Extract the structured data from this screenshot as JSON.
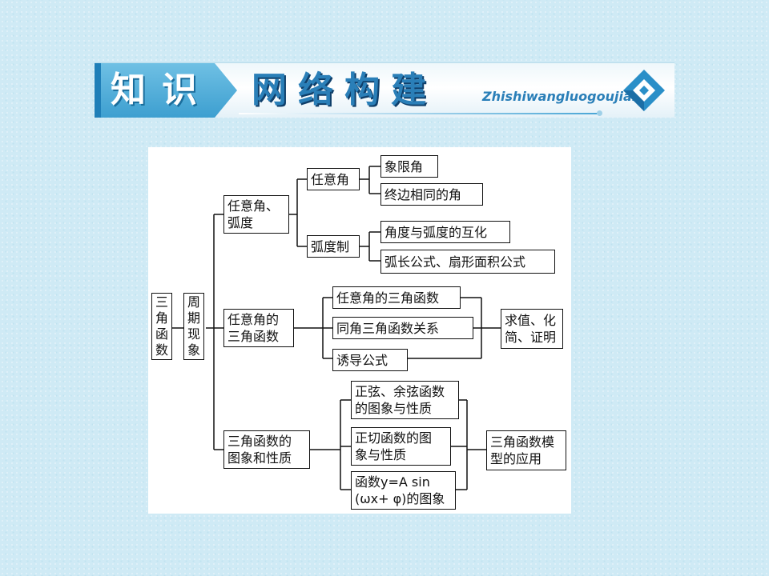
{
  "banner": {
    "title_part1": "知识",
    "title_part2": "网络构建",
    "pinyin": "Zhishiwangluogoujian",
    "logo_icon": "diamond-arrow-icon",
    "colors": {
      "tab": "#3d9fd0",
      "accent": "#2a7fb8"
    }
  },
  "diagram": {
    "root": "三角函数",
    "level1": "周期现象",
    "branches": {
      "b1": {
        "label": "任意角、\n弧度",
        "c1": "任意角",
        "c1_leaves": [
          "象限角",
          "终边相同的角"
        ],
        "c2": "弧度制",
        "c2_leaves": [
          "角度与弧度的互化",
          "弧长公式、扇形面积公式"
        ]
      },
      "b2": {
        "label": "任意角的\n三角函数",
        "children": [
          "任意角的三角函数",
          "同角三角函数关系",
          "诱导公式"
        ],
        "result": "求值、化\n简、证明"
      },
      "b3": {
        "label": "三角函数的\n图象和性质",
        "children": [
          "正弦、余弦函数\n的图象与性质",
          "正切函数的图\n象与性质"
        ],
        "child3_line1": "函数y=A sin",
        "child3_line2": "(ωx+ φ)的图象",
        "result": "三角函数模\n型的应用"
      }
    }
  }
}
